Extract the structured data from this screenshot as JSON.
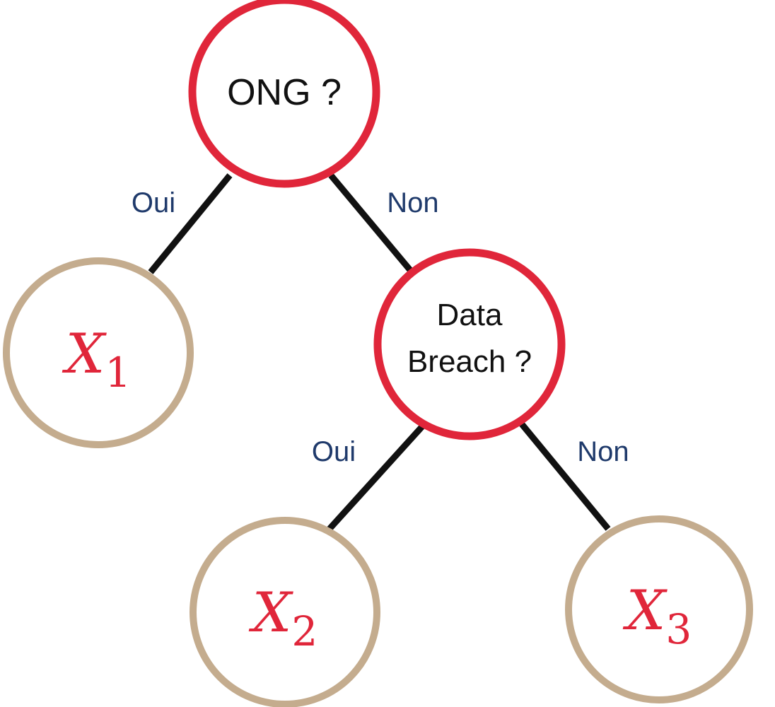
{
  "colors": {
    "decision_stroke": "#e0263a",
    "leaf_stroke": "#c4ac8e",
    "edge": "#111111",
    "edge_label": "#1f3a6b",
    "leaf_text": "#e0263a"
  },
  "nodes": {
    "root": {
      "label": "ONG ?"
    },
    "breach": {
      "line1": "Data",
      "line2": "Breach ?"
    },
    "leaf1": {
      "var": "X",
      "sub": "1"
    },
    "leaf2": {
      "var": "X",
      "sub": "2"
    },
    "leaf3": {
      "var": "X",
      "sub": "3"
    }
  },
  "edges": {
    "root_left": "Oui",
    "root_right": "Non",
    "breach_left": "Oui",
    "breach_right": "Non"
  }
}
